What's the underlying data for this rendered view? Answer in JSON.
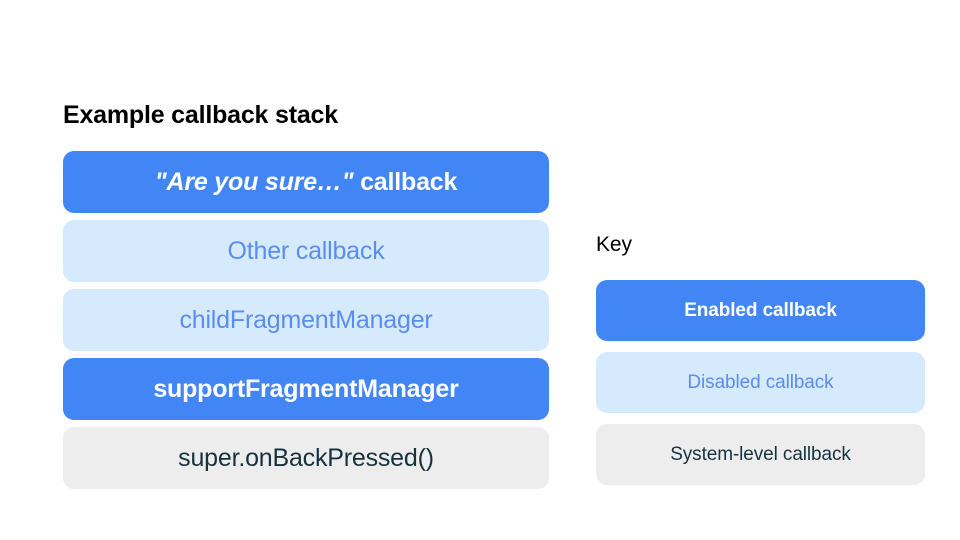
{
  "stack": {
    "title": "Example callback stack",
    "items": [
      {
        "label": "\"Are you sure…\" callback",
        "quote_part": "\"Are you sure…\"",
        "plain_part": " callback",
        "state": "enabled"
      },
      {
        "label": "Other callback",
        "state": "disabled"
      },
      {
        "label": "childFragmentManager",
        "state": "disabled"
      },
      {
        "label": "supportFragmentManager",
        "state": "enabled"
      },
      {
        "label": "super.onBackPressed()",
        "state": "system"
      }
    ]
  },
  "key": {
    "title": "Key",
    "items": [
      {
        "label": "Enabled callback",
        "state": "enabled"
      },
      {
        "label": "Disabled callback",
        "state": "disabled"
      },
      {
        "label": "System-level callback",
        "state": "system"
      }
    ]
  },
  "colors": {
    "background": "#FFFFFF",
    "enabled_fill": "#4285F4",
    "enabled_text": "#FFFFFF",
    "disabled_fill": "#D6EAFD",
    "disabled_text": "#5A8DF0",
    "system_fill": "#EDEDED",
    "system_text": "#16323F",
    "title_text": "#000000"
  }
}
